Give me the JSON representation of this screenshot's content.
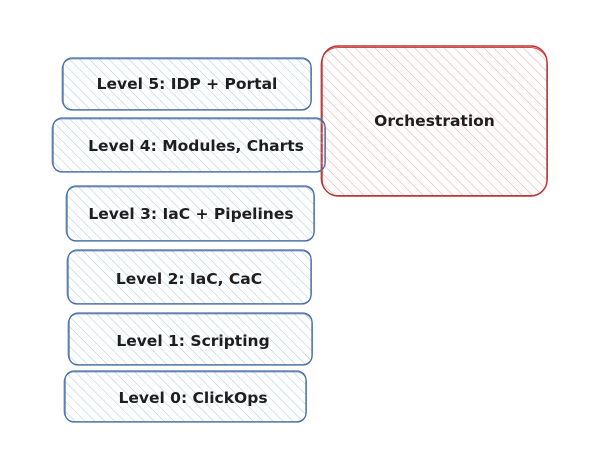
{
  "diagram": {
    "levels": [
      {
        "id": "level-5",
        "label": "Level 5: IDP + Portal"
      },
      {
        "id": "level-4",
        "label": "Level 4: Modules, Charts"
      },
      {
        "id": "level-3",
        "label": "Level 3: IaC + Pipelines"
      },
      {
        "id": "level-2",
        "label": "Level 2: IaC, CaC"
      },
      {
        "id": "level-1",
        "label": "Level 1: Scripting"
      },
      {
        "id": "level-0",
        "label": "Level 0: ClickOps"
      }
    ],
    "orchestration": {
      "label": "Orchestration"
    },
    "colors": {
      "level_stroke": "#4a6fa5",
      "level_hatch": "#a5c8ee",
      "orchestration_stroke": "#c03030",
      "orchestration_hatch": "#f0a0a0",
      "text": "#1e1e1e"
    }
  }
}
